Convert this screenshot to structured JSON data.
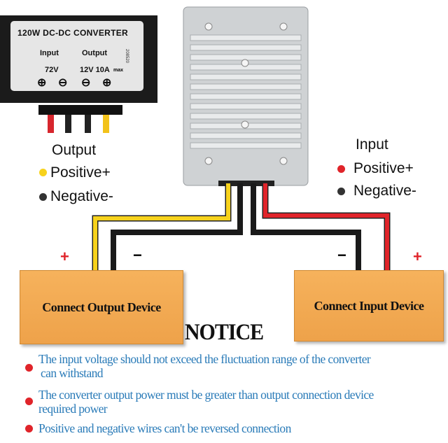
{
  "module_label": {
    "title": "120W DC-DC CONVERTER",
    "input_label": "Input",
    "output_label": "Output",
    "input_voltage": "72V",
    "output_rating": "12V 10A",
    "max_suffix": "max",
    "serial": "208520",
    "terminals": [
      "⊕",
      "⊖",
      "⊖",
      "⊕"
    ]
  },
  "output_legend": {
    "title": "Output",
    "positive": "Positive+",
    "negative": "Negative-"
  },
  "input_legend": {
    "title": "Input",
    "positive": "Positive+",
    "negative": "Negative-"
  },
  "devices": {
    "output": {
      "label": "Connect Output Device",
      "plus": "+",
      "minus": "−"
    },
    "input": {
      "label": "Connect Input Device",
      "plus": "+",
      "minus": "−"
    }
  },
  "notice": {
    "title": "NOTICE",
    "items": [
      {
        "line1": "The input voltage  should not exceed the fluctuation range of the converter",
        "line2": "can withstand"
      },
      {
        "line1": "The converter output power must be  greater than output connection device",
        "line2": "required power"
      },
      {
        "line1": "Positive and negative wires can't be  reversed connection"
      }
    ]
  },
  "colors": {
    "positive_output": "#f7d21c",
    "positive_input": "#e0242a",
    "negative": "#1a1a1a",
    "device_box": "#f0a64e",
    "notice_text": "#2a7bb8",
    "bullet": "#e0242a"
  }
}
